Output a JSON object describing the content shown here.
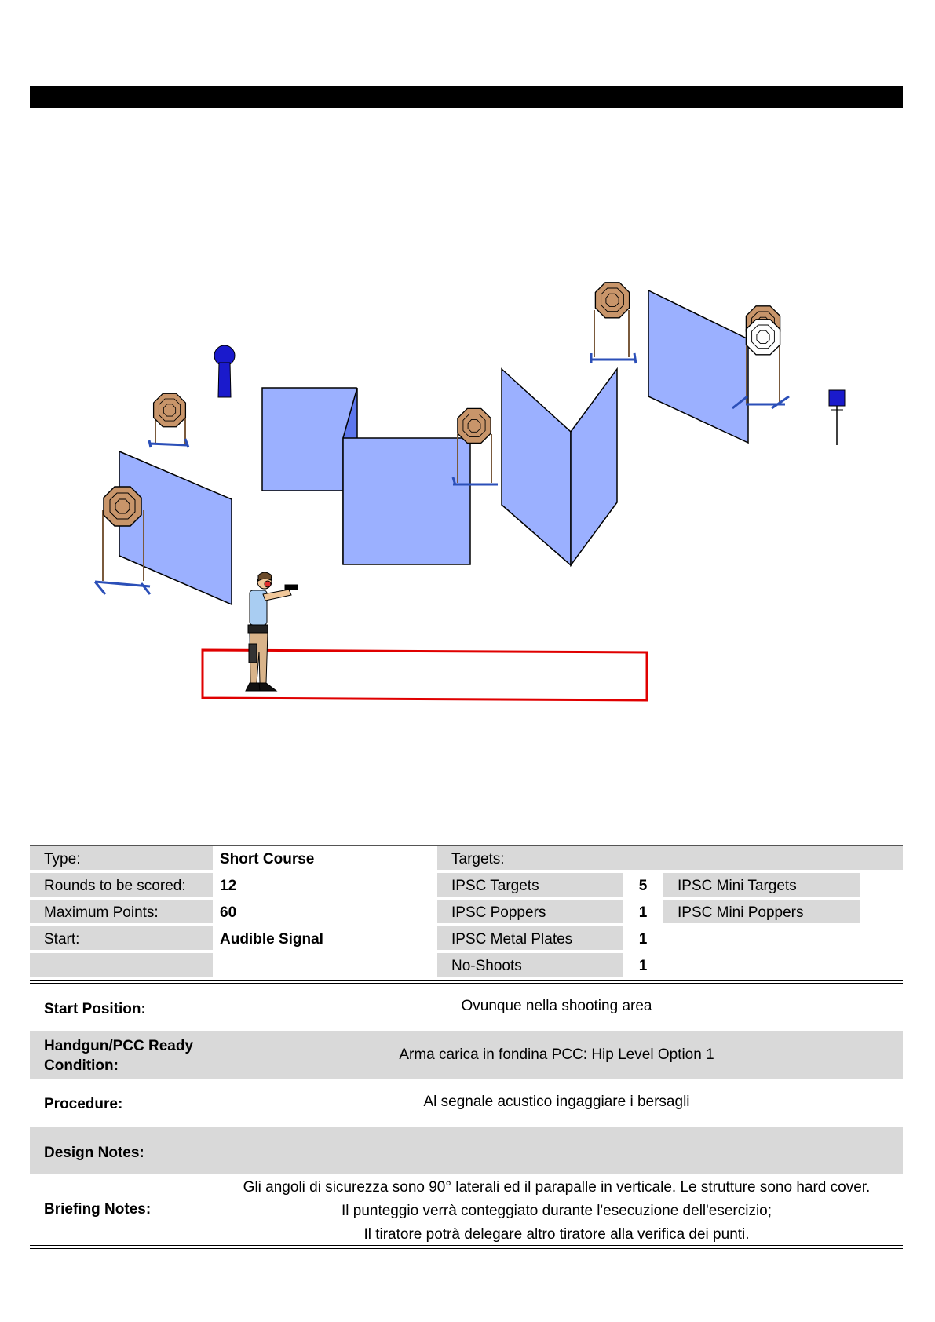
{
  "summary": {
    "type_label": "Type:",
    "type_value": "Short Course",
    "rounds_label": "Rounds to be scored:",
    "rounds_value": "12",
    "max_points_label": "Maximum Points:",
    "max_points_value": "60",
    "start_label": "Start:",
    "start_value": "Audible Signal",
    "targets_header": "Targets:",
    "targets": [
      {
        "label": "IPSC Targets",
        "count": "5"
      },
      {
        "label": "IPSC Poppers",
        "count": "1"
      },
      {
        "label": "IPSC Metal Plates",
        "count": "1"
      },
      {
        "label": "No-Shoots",
        "count": "1"
      }
    ],
    "mini_targets": [
      {
        "label": "IPSC Mini Targets"
      },
      {
        "label": "IPSC Mini Poppers"
      }
    ]
  },
  "details": {
    "start_position_label": "Start Position:",
    "start_position_value": "Ovunque nella shooting area",
    "ready_condition_label": "Handgun/PCC Ready Condition:",
    "ready_condition_value": "Arma carica in fondina PCC: Hip Level Option 1",
    "procedure_label": "Procedure:",
    "procedure_value": "Al segnale acustico ingaggiare i bersagli",
    "design_notes_label": "Design Notes:",
    "design_notes_value": "",
    "briefing_notes_label": "Briefing Notes:",
    "briefing_notes_lines": [
      "Gli angoli di sicurezza sono 90° laterali ed il parapalle in verticale. Le strutture sono hard cover.",
      "Il punteggio verrà conteggiato durante l'esecuzione dell'esercizio;",
      "Il tiratore potrà delegare altro tiratore alla verifica dei punti."
    ]
  },
  "colors": {
    "wall_fill": "#9bb0ff",
    "target_fill": "#c8956a",
    "popper_fill": "#1a1acc",
    "shooting_area": "#e00000",
    "row_grey": "#d9d9d9"
  }
}
